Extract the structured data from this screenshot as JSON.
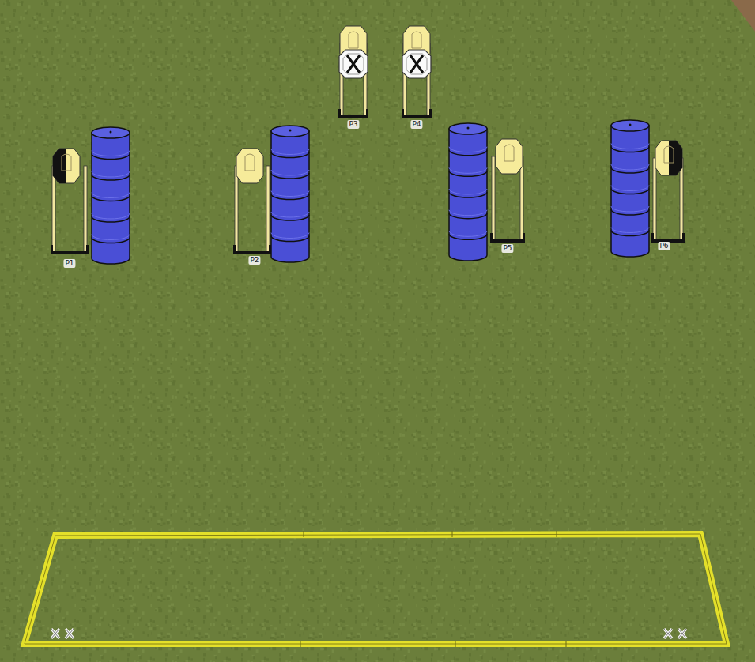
{
  "diagram": {
    "labels": [
      "P1",
      "P2",
      "P3",
      "P4",
      "P5",
      "P6"
    ]
  }
}
